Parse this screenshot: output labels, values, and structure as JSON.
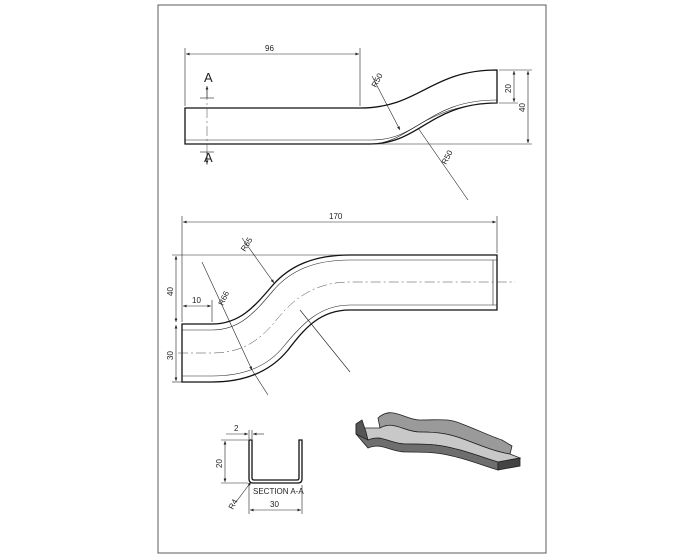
{
  "sheet": {
    "top_view": {
      "dim_length": "96",
      "dim_radius_top": "R50",
      "dim_radius_bottom": "R50",
      "dim_height_inner": "20",
      "dim_height_total": "40",
      "section_label_top": "A",
      "section_label_bottom": "A"
    },
    "front_view": {
      "dim_length": "170",
      "dim_radius_outer": "R66",
      "dim_radius_inner": "R65",
      "dim_offset": "40",
      "dim_start": "10",
      "dim_width": "30"
    },
    "section": {
      "dim_thickness": "2",
      "dim_height": "20",
      "dim_width": "30",
      "dim_radius": "R4",
      "title": "SECTION A-A"
    }
  }
}
